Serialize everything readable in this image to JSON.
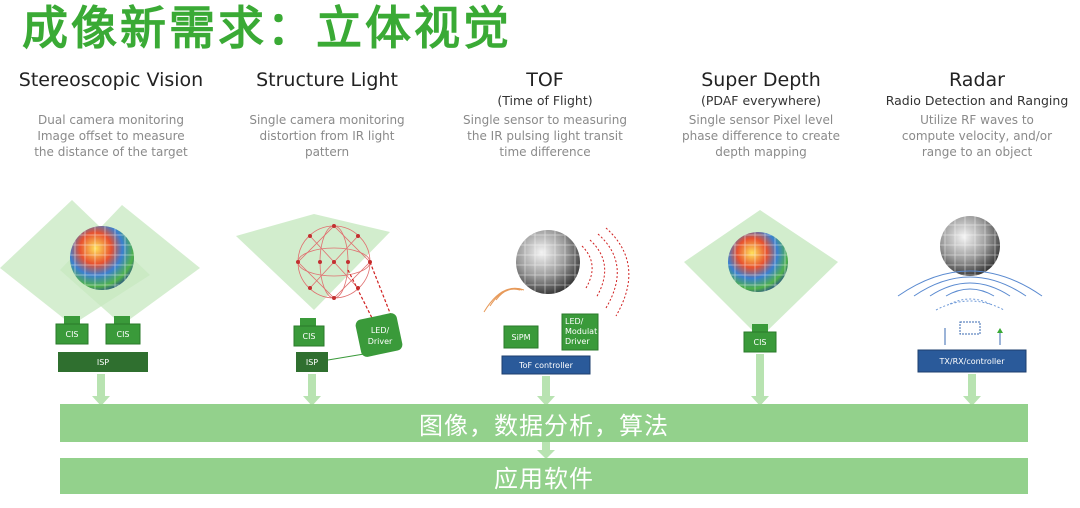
{
  "title": "成像新需求：立体视觉",
  "columns": [
    {
      "name": "Stereoscopic Vision",
      "subtitle": "",
      "description": "Dual camera monitoring\nImage offset to measure\nthe distance of the target"
    },
    {
      "name": "Structure Light",
      "subtitle": "",
      "description": "Single camera monitoring\ndistortion from IR light\npattern"
    },
    {
      "name": "TOF",
      "subtitle": "(Time of Flight)",
      "description": "Single sensor to measuring\nthe IR pulsing light transit\ntime difference"
    },
    {
      "name": "Super Depth",
      "subtitle": "(PDAF everywhere)",
      "description": "Single sensor Pixel level\nphase difference to create\ndepth mapping"
    },
    {
      "name": "Radar",
      "subtitle": "Radio Detection and Ranging",
      "description": "Utilize  RF waves to\ncompute velocity, and/or\nrange to an object"
    }
  ],
  "boxes": {
    "cis": "CIS",
    "isp": "ISP",
    "led_driver_1": "LED/",
    "led_driver_2": "Driver",
    "sipm": "SiPM",
    "led_mod_1": "LED/",
    "led_mod_2": "Modulat",
    "led_mod_3": "Driver",
    "tof_controller": "ToF controller",
    "radar_controller": "TX/RX/controller"
  },
  "bands": {
    "analysis": "图像，数据分析，算法",
    "software": "应用软件"
  },
  "colors": {
    "title_green": "#3aaa35",
    "band_green": "#93d18c",
    "fov_green": "#c7e8c0",
    "box_green": "#3a9a3a",
    "box_dark": "#2f6f2f",
    "controller_blue": "#2a5a9a",
    "arrow_green": "#b8e3b1"
  }
}
